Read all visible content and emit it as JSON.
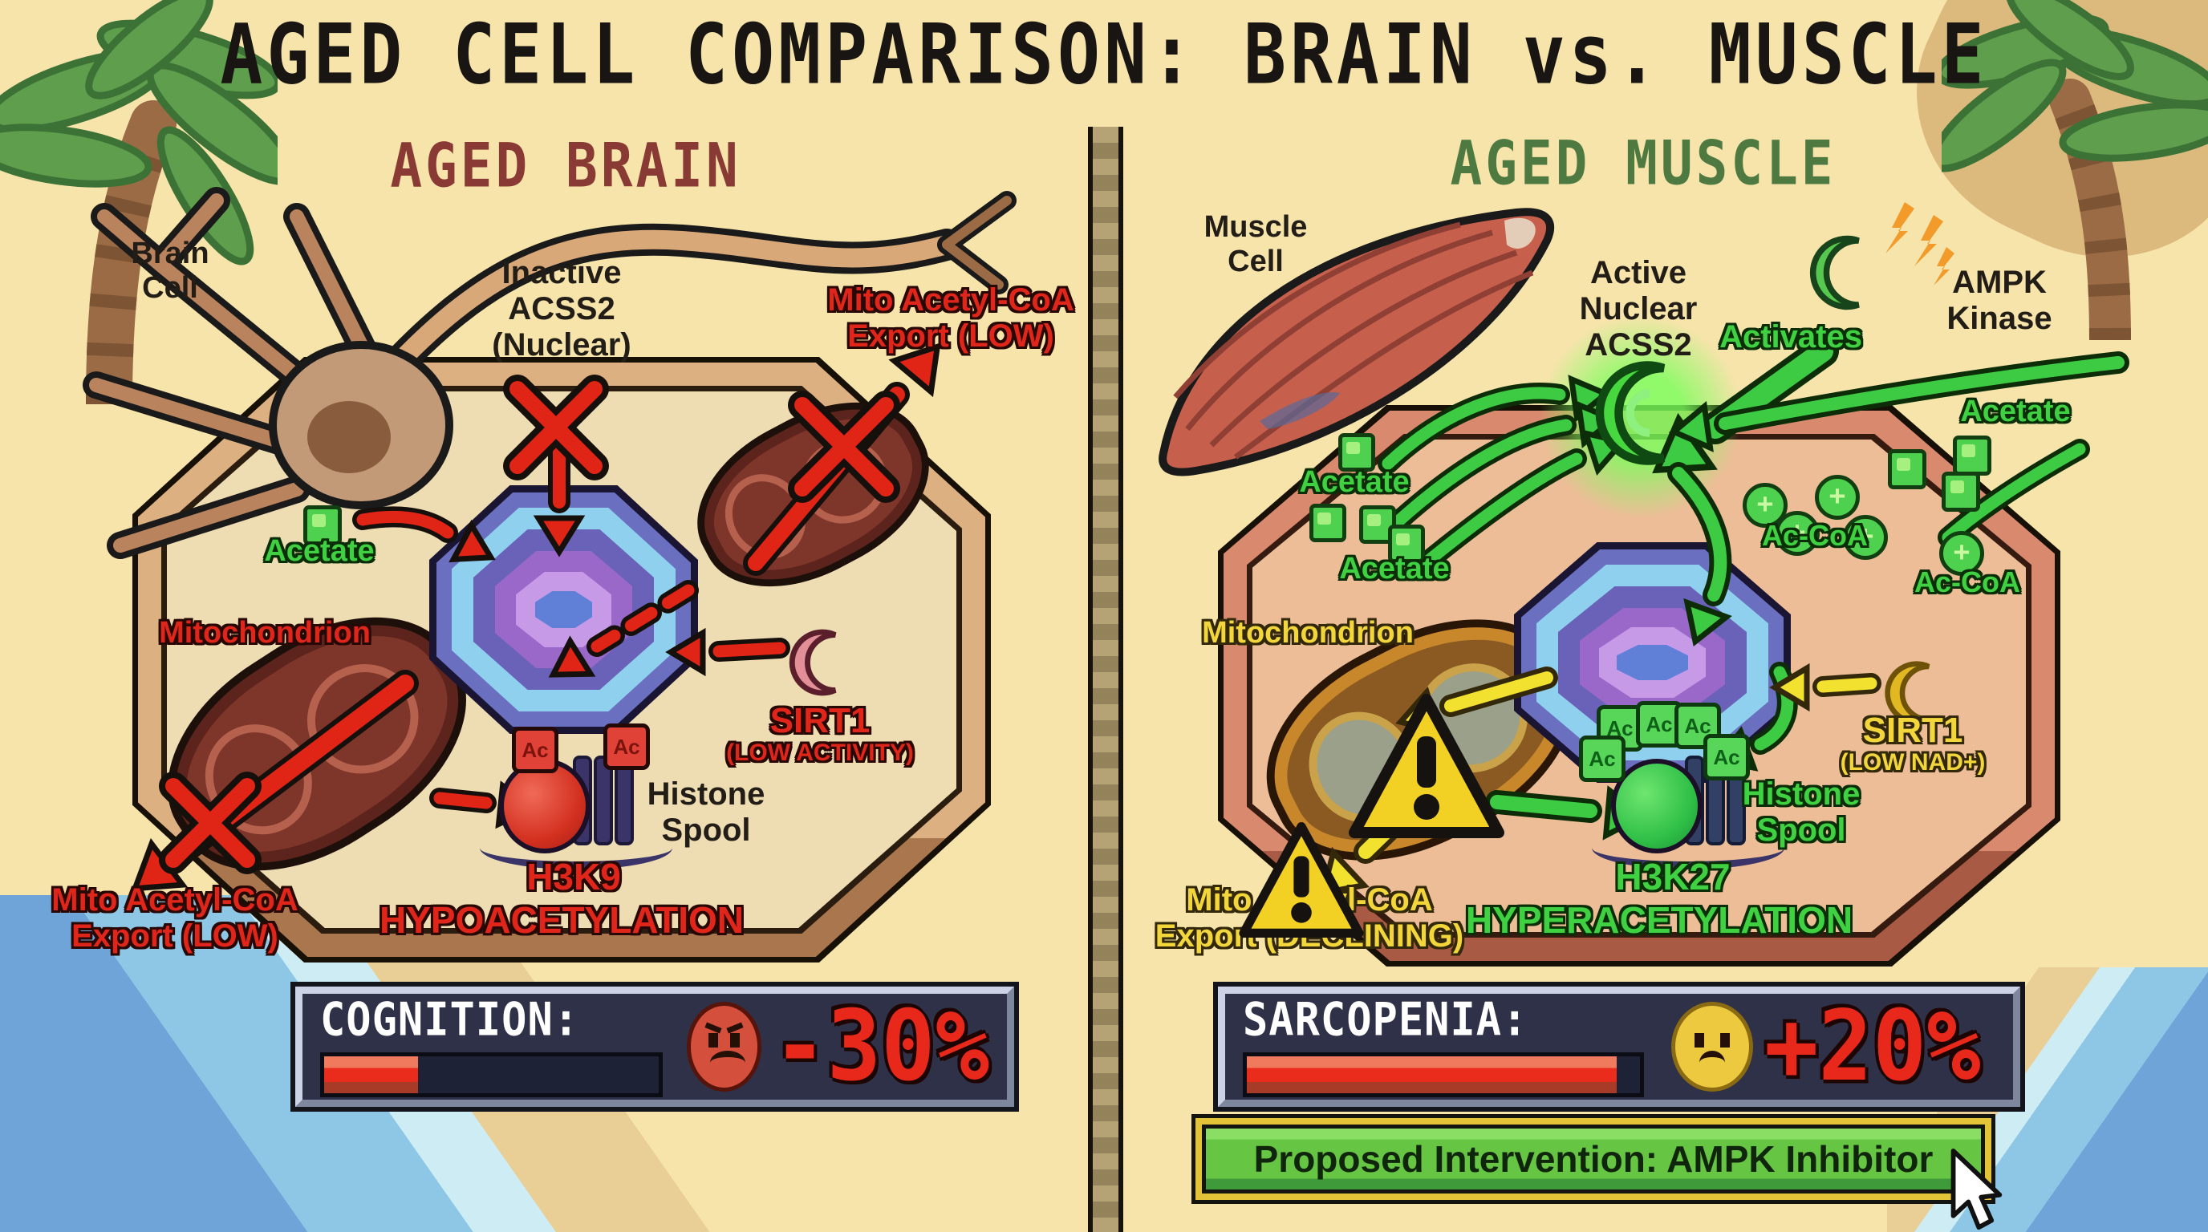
{
  "title": "AGED CELL COMPARISON: BRAIN vs. MUSCLE",
  "colors": {
    "background_sand": "#f6e4aa",
    "brain_heading": "#8a3a35",
    "muscle_heading": "#4e7a42",
    "alert_red": "#e0261a",
    "good_green": "#3fd142",
    "warn_yellow": "#f2d63c",
    "panel_navy": "#2e3147",
    "banner_green": "#67c544"
  },
  "left": {
    "heading": "AGED BRAIN",
    "cell_label": "Brain\nCell",
    "acss2_label": "Inactive\nACSS2\n(Nuclear)",
    "export_top": "Mito Acetyl-CoA\nExport (LOW)",
    "acetate": "Acetate",
    "mitochondrion": "Mitochondrion",
    "export_bottom": "Mito Acetyl-CoA\nExport (LOW)",
    "sirt1": "SIRT1",
    "sirt1_sub": "(LOW ACTIVITY)",
    "ac_tag": "Ac",
    "histone": "Histone\nSpool",
    "h3k9": "H3K9",
    "h3k9_sub": "HYPOACETYLATION",
    "status": {
      "label": "COGNITION:",
      "value": "-30%",
      "progress_pct": 28
    }
  },
  "right": {
    "heading": "AGED MUSCLE",
    "cell_label": "Muscle\nCell",
    "acss2_label": "Active\nNuclear\nACSS2",
    "ampk": "AMPK Kinase",
    "activates": "Activates",
    "acetate_a": "Acetate",
    "acetate_b": "Acetate",
    "acetate_right": "Acetate",
    "accoa_mid": "Ac-CoA",
    "accoa_right": "Ac-CoA",
    "mitochondrion": "Mitochondrion",
    "sirt1": "SIRT1",
    "sirt1_sub": "(LOW NAD+)",
    "ac_tag": "Ac",
    "histone": "Histone\nSpool",
    "h3k27": "H3K27",
    "h3k27_sub": "HYPERACETYLATION",
    "export_declining": "Mito Acetyl-CoA\nExport (DECLINING)",
    "status": {
      "label": "SARCOPENIA:",
      "value": "+20%",
      "progress_pct": 94
    },
    "intervention": "Proposed Intervention: AMPK Inhibitor"
  }
}
